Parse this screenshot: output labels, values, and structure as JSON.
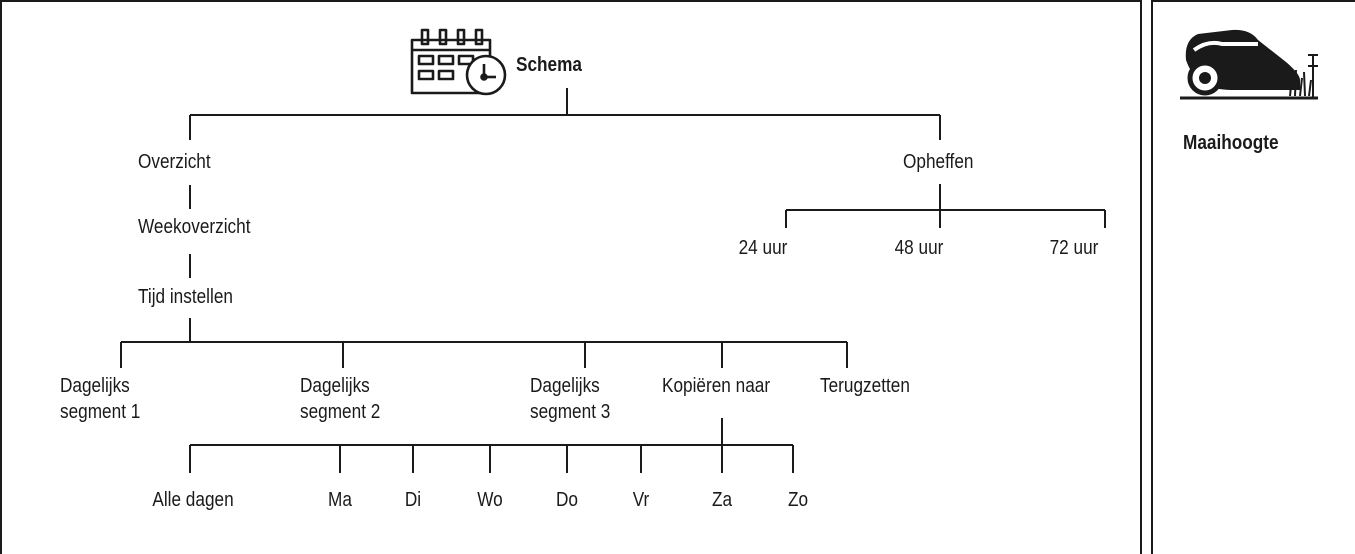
{
  "main": {
    "root": {
      "label": "Schema",
      "icon": "calendar-clock-icon"
    },
    "overview": {
      "label": "Overzicht",
      "week": "Weekoverzicht",
      "set_time": "Tijd instellen",
      "segments": [
        {
          "line1": "Dagelijks",
          "line2": "segment 1"
        },
        {
          "line1": "Dagelijks",
          "line2": "segment 2"
        },
        {
          "line1": "Dagelijks",
          "line2": "segment 3"
        }
      ],
      "copy_to": "Kopiëren naar",
      "reset": "Terugzetten",
      "days": [
        "Alle dagen",
        "Ma",
        "Di",
        "Wo",
        "Do",
        "Vr",
        "Za",
        "Zo"
      ]
    },
    "suspend": {
      "label": "Opheffen",
      "options": [
        "24 uur",
        "48 uur",
        "72 uur"
      ]
    }
  },
  "side": {
    "label": "Maaihoogte",
    "icon": "mower-cutting-height-icon"
  }
}
